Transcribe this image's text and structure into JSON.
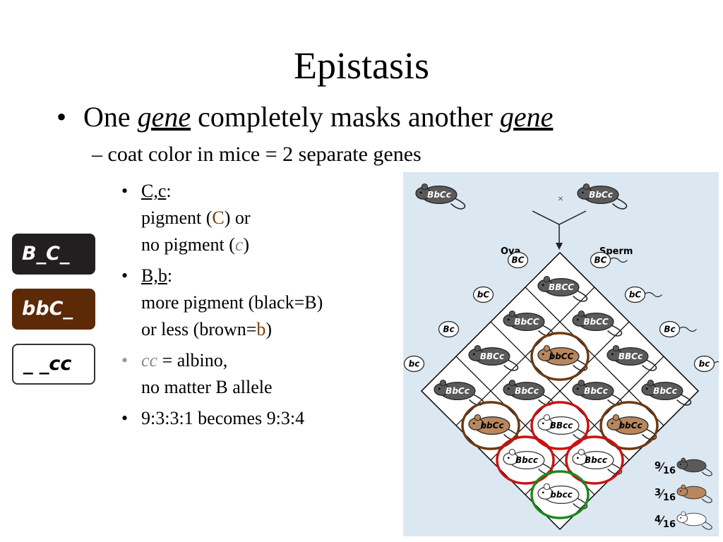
{
  "title": "Epistasis",
  "bullet1": {
    "pre": "One ",
    "em1": "gene",
    "mid": " completely masks another ",
    "em2": "gene"
  },
  "bullet2": "coat color in mice = 2 separate genes",
  "bullet3": {
    "c": {
      "label": "C,c",
      "line1_pre": "pigment (",
      "line1_em": "C",
      "line1_post": ") or",
      "line2_pre": "no pigment (",
      "line2_em": "c",
      "line2_post": ")"
    },
    "b": {
      "label": "B,b",
      "line1": "more pigment (black=B)",
      "line2_pre": "or less (brown=",
      "line2_em": "b",
      "line2_post": ")"
    },
    "albino": {
      "em": "cc",
      "line1_post": " = albino,",
      "line2": "no matter B allele"
    },
    "ratio": "9:3:3:1 becomes 9:3:4"
  },
  "genotype_boxes": [
    "B_C_",
    "bbC_",
    "_ _cc"
  ],
  "figure": {
    "parents": [
      "BbCc",
      "BbCc"
    ],
    "cross": "×",
    "ova_label": "Ova",
    "sperm_label": "Sperm",
    "gametes": [
      "BC",
      "bC",
      "Bc",
      "bc"
    ],
    "grid": [
      [
        "BBCC",
        "BbCC",
        "BBCc",
        "BbCc"
      ],
      [
        "BbCC",
        "bbCC",
        "BbCc",
        "bbCc"
      ],
      [
        "BBCc",
        "BbCc",
        "BBcc",
        "Bbcc"
      ],
      [
        "BbCc",
        "bbCc",
        "Bbcc",
        "bbcc"
      ]
    ],
    "legend": [
      {
        "num": "9",
        "den": "16",
        "phenotype": "black"
      },
      {
        "num": "3",
        "den": "16",
        "phenotype": "brown"
      },
      {
        "num": "4",
        "den": "16",
        "phenotype": "albino"
      }
    ],
    "colors": {
      "black": "#5a5a5a",
      "brown": "#b8875e",
      "albino": "#ffffff",
      "ring_brown": "#6b3a12",
      "ring_red": "#cc1111",
      "ring_green": "#1a8a1a",
      "background": "#dbe7f1"
    }
  }
}
